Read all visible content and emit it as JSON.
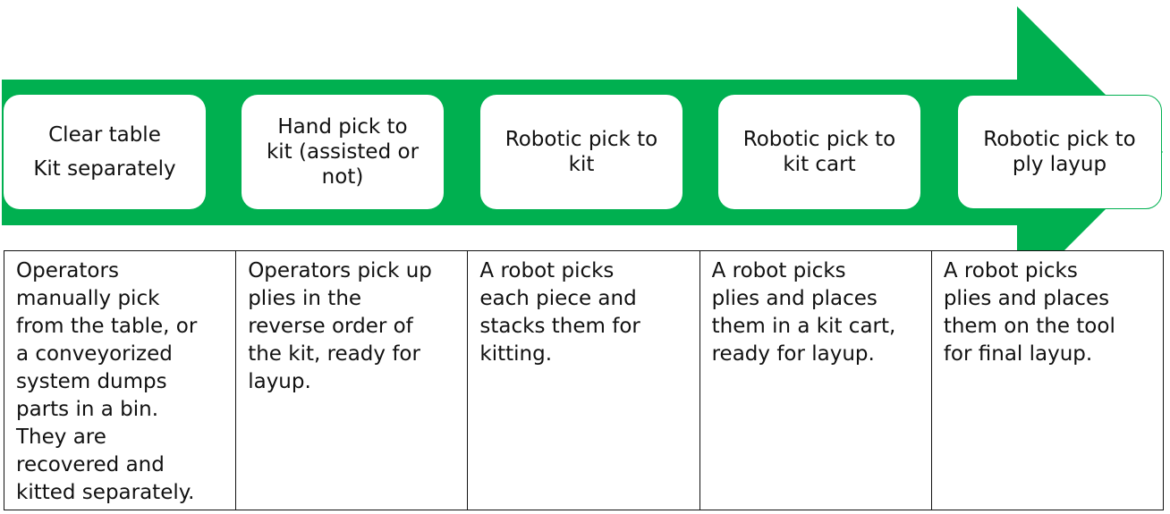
{
  "colors": {
    "arrow": "#00b050",
    "stage_fill": "#ffffff",
    "table_border": "#111111"
  },
  "stages": [
    {
      "label": "Clear table\nKit separately"
    },
    {
      "label": "Hand pick to\nkit (assisted or\nnot)"
    },
    {
      "label": "Robotic pick to\nkit"
    },
    {
      "label": "Robotic pick to\nkit cart"
    },
    {
      "label": "Robotic pick to\nply layup"
    }
  ],
  "descriptions": [
    {
      "text": "Operators\nmanually pick\nfrom the table, or\na conveyorized\nsystem dumps\nparts in a bin.\nThey are\nrecovered and\nkitted separately."
    },
    {
      "text": "Operators pick up\nplies in the\nreverse order of\nthe kit, ready for\nlayup."
    },
    {
      "text": "A robot picks\neach piece and\nstacks them for\nkitting."
    },
    {
      "text": "A robot picks\nplies and places\nthem in a kit cart,\nready for layup."
    },
    {
      "text": "A robot picks\nplies and places\nthem on the tool\nfor final layup."
    }
  ]
}
